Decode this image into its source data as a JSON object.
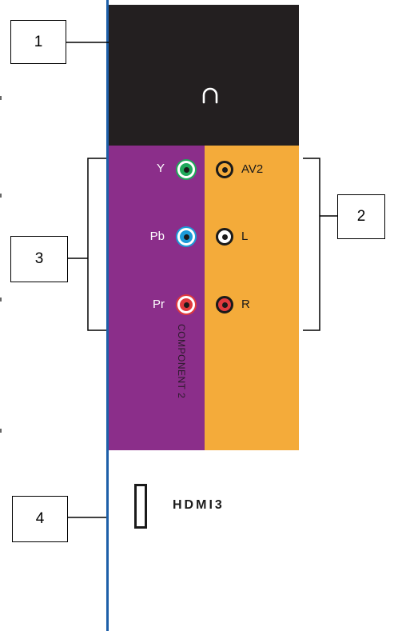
{
  "callouts": [
    "1",
    "2",
    "3",
    "4"
  ],
  "component_jacks": [
    {
      "label": "Y",
      "color": "#1fa85a"
    },
    {
      "label": "Pb",
      "color": "#1c9bd8"
    },
    {
      "label": "Pr",
      "color": "#e03a3e"
    }
  ],
  "av_jacks": [
    {
      "label": "AV2",
      "color": "#f4ab3a"
    },
    {
      "label": "L",
      "color": "#ffffff"
    },
    {
      "label": "R",
      "color": "#e03a3e"
    }
  ],
  "component_group_label": "COMPONENT 2",
  "hdmi_label": "HDMI3",
  "panel_colors": {
    "top": "#231f20",
    "component": "#8b2e8a",
    "av": "#f4ab3a",
    "hdmi": "#ffffff"
  },
  "icons": [
    "headphone-icon"
  ]
}
